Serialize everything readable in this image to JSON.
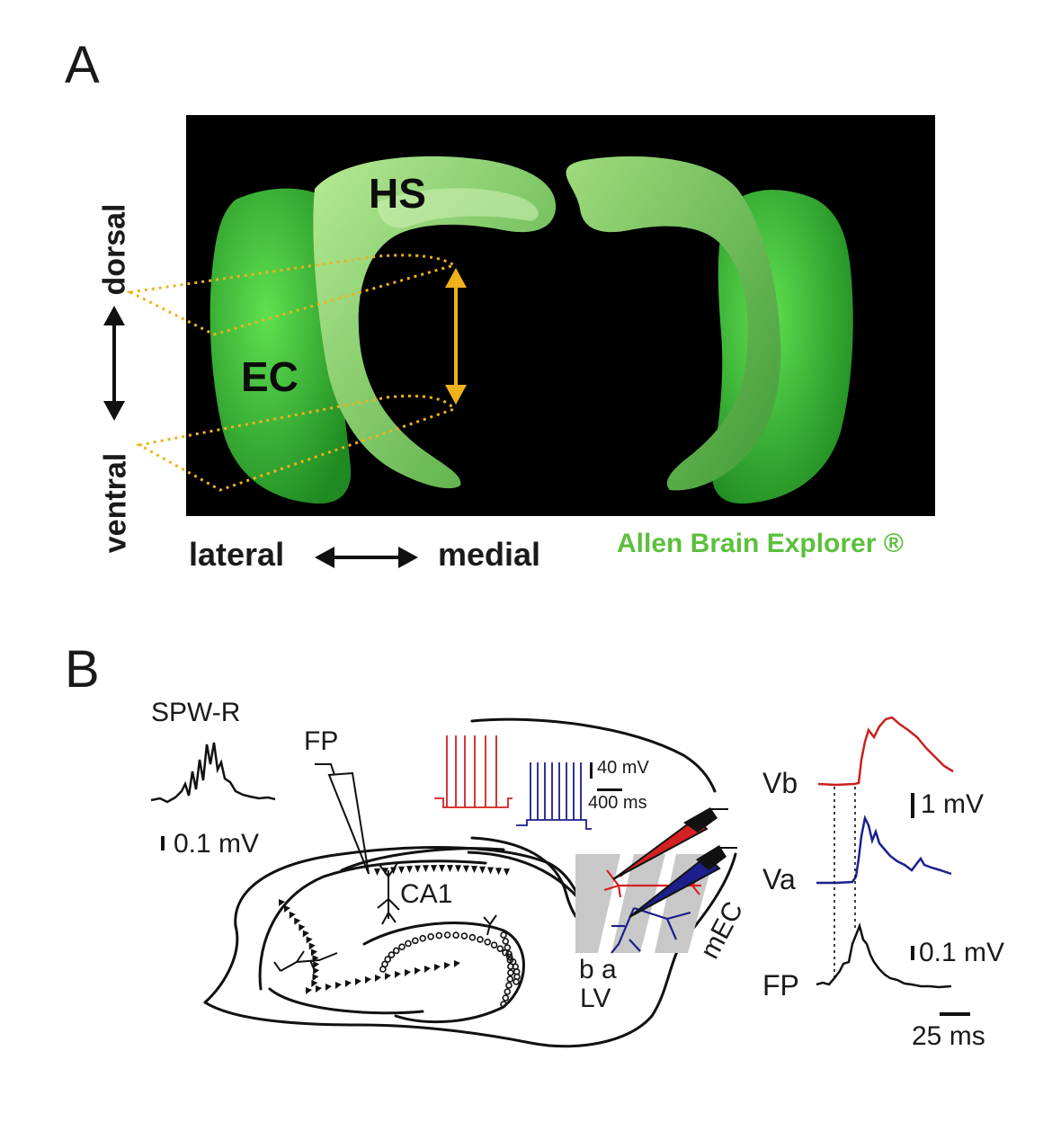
{
  "panel_a": {
    "letter": "A",
    "label_hs": "HS",
    "label_ec": "EC",
    "axis_dorsal": "dorsal",
    "axis_ventral": "ventral",
    "axis_lateral": "lateral",
    "axis_medial": "medial",
    "credit": "Allen Brain Explorer ®",
    "colors": {
      "background": "#000000",
      "ec": "#3fbf3a",
      "hs": "#8fd66f",
      "arrow": "#f0b21a",
      "credit": "#5cc03c"
    }
  },
  "panel_b": {
    "letter": "B",
    "spwr_title": "SPW-R",
    "spwr_scale": "0.1 mV",
    "fp_label": "FP",
    "ca1_label": "CA1",
    "mec_label": "mEC",
    "ba_label": "b a",
    "lv_label": "LV",
    "scale_40mv": "40 mV",
    "scale_400ms": "400 ms",
    "trace_vb": "Vb",
    "trace_va": "Va",
    "trace_fp": "FP",
    "scale_1mv": "1 mV",
    "scale_01mv": "0.1 mV",
    "scale_25ms": "25 ms",
    "colors": {
      "cell_b": "#d42020",
      "cell_a": "#1c1f8c",
      "trace": "#111111",
      "layer": "#c8c8c8"
    }
  }
}
